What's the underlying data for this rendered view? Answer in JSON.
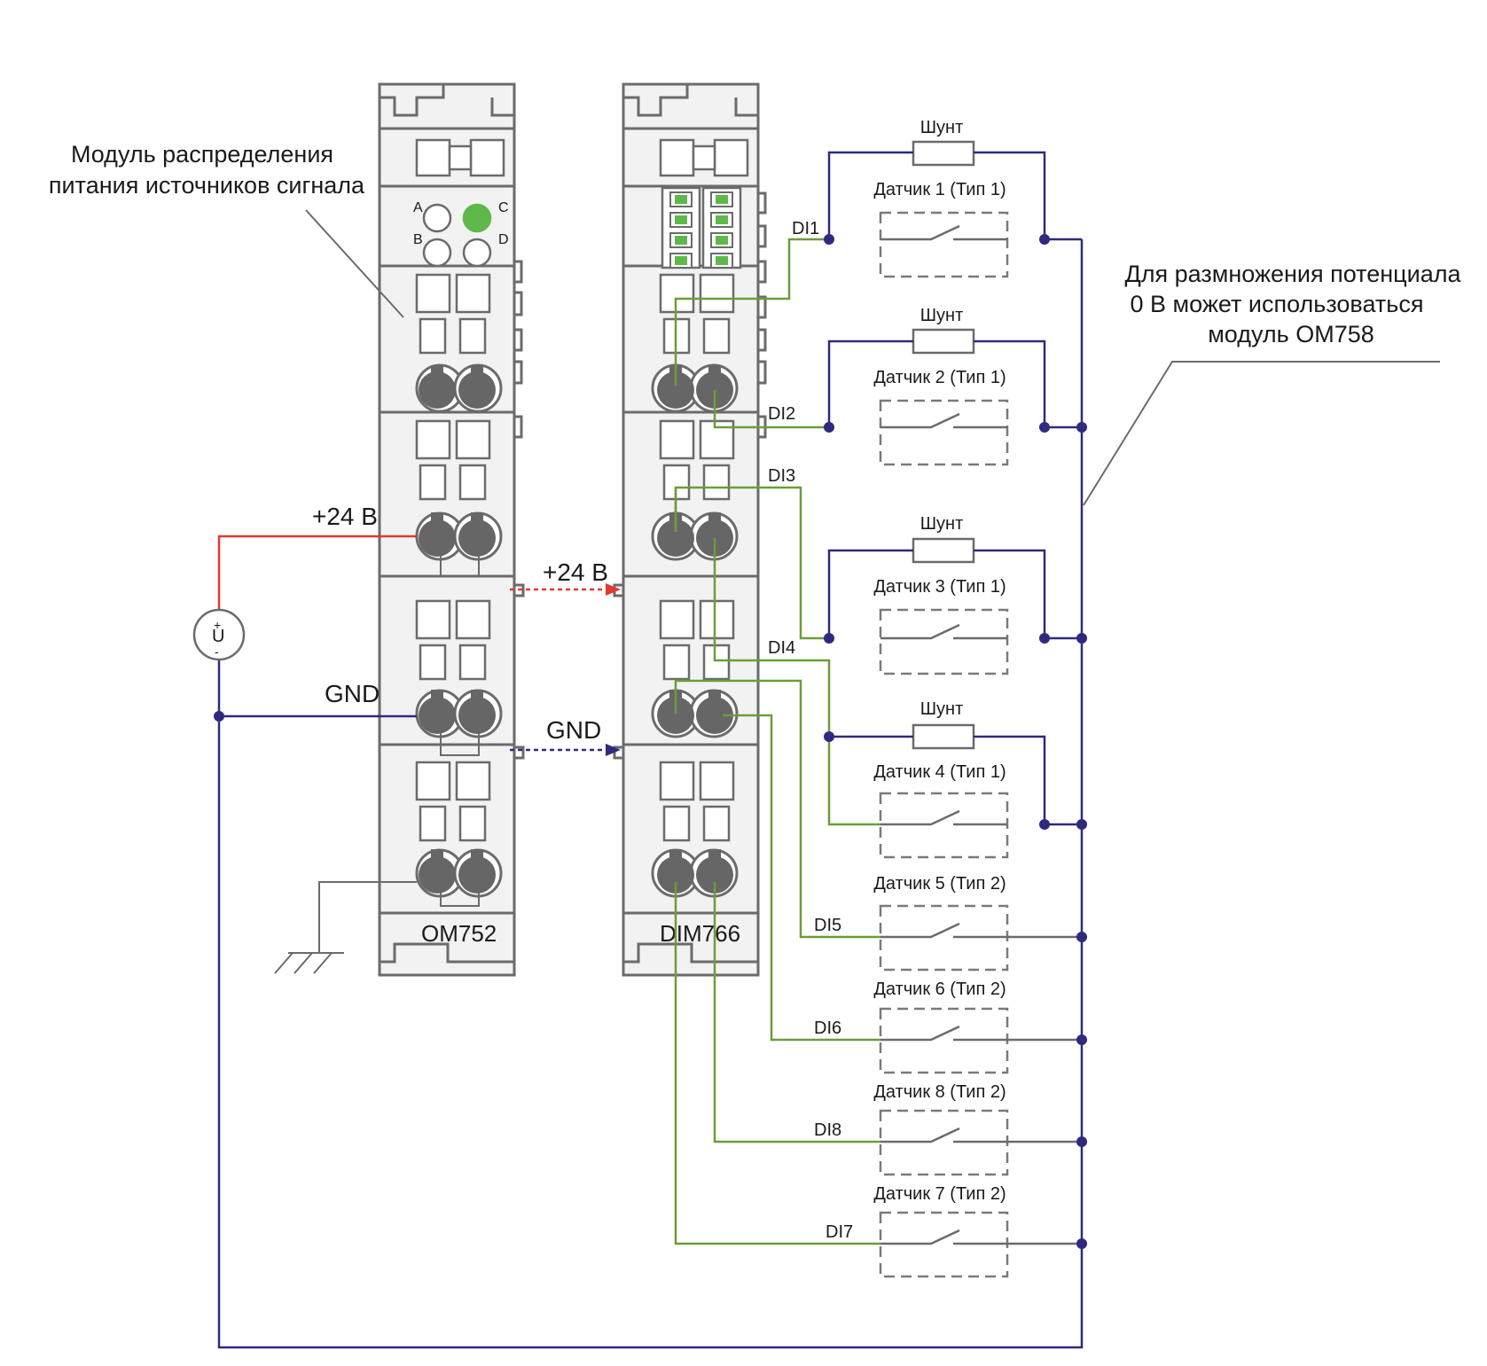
{
  "labels": {
    "module_note_line1": "Модуль распределения",
    "module_note_line2": "питания источников сигнала",
    "om758_note_line1": "Для размножения потенциала",
    "om758_note_line2": "0 В может использоваться",
    "om758_note_line3": "модуль OM758",
    "plus24_left": "+24 В",
    "gnd_left": "GND",
    "plus24_mid": "+24 В",
    "gnd_mid": "GND",
    "module_left_name": "OM752",
    "module_right_name": "DIM766",
    "led_a": "A",
    "led_b": "B",
    "led_c": "C",
    "led_d": "D",
    "source_top": "+",
    "source_sym": "U",
    "source_bottom": "-"
  },
  "shunts": [
    "Шунт",
    "Шунт",
    "Шунт",
    "Шунт"
  ],
  "sensors": [
    {
      "label": "Датчик 1 (Тип 1)",
      "input": "DI1"
    },
    {
      "label": "Датчик 2 (Тип 1)",
      "input": "DI2"
    },
    {
      "label": "Датчик 3 (Тип 1)",
      "input": "DI3"
    },
    {
      "label": "Датчик 4 (Тип 1)",
      "input": "DI4"
    },
    {
      "label": "Датчик 5 (Тип 2)",
      "input": "DI5"
    },
    {
      "label": "Датчик 6 (Тип 2)",
      "input": "DI6"
    },
    {
      "label": "Датчик 8 (Тип 2)",
      "input": "DI8"
    },
    {
      "label": "Датчик 7 (Тип 2)",
      "input": "DI7"
    }
  ],
  "colors": {
    "module_outline": "#6b6b6b",
    "terminal": "#666666",
    "led_on": "#5fb84a",
    "wire_plus": "#e23a2e",
    "wire_gnd": "#2f2a7e",
    "wire_signal": "#6b9d3a"
  }
}
